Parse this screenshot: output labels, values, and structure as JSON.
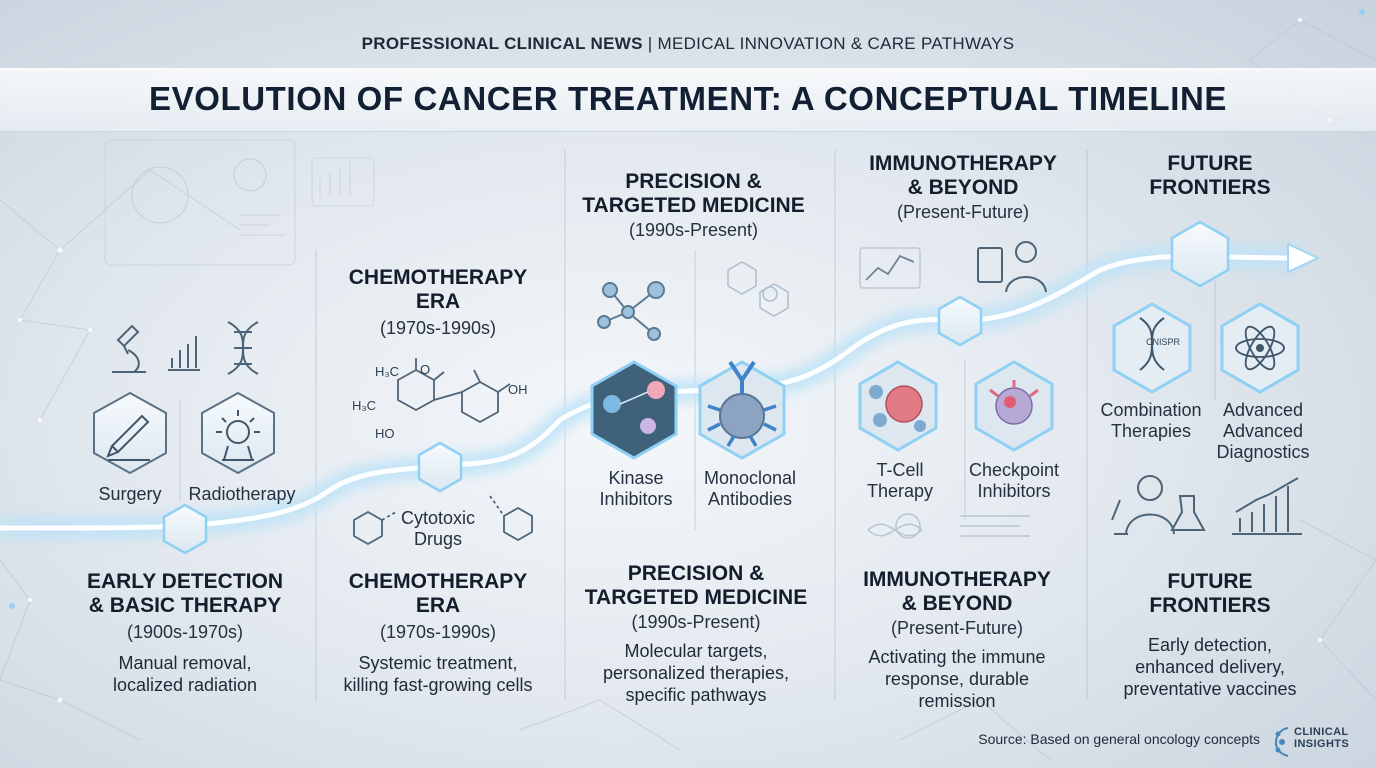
{
  "header": {
    "publisher": "PROFESSIONAL CLINICAL NEWS",
    "separator": "|",
    "section": "MEDICAL INNOVATION & CARE PATHWAYS",
    "title": "EVOLUTION OF CANCER TREATMENT: A CONCEPTUAL TIMELINE"
  },
  "eras": [
    {
      "title_line1": "EARLY DETECTION",
      "title_line2": "& BASIC THERAPY",
      "period": "(1900s-1970s)",
      "desc_line1": "Manual removal,",
      "desc_line2": "localized radiation",
      "nodes": [
        "Surgery",
        "Radiotherapy"
      ]
    },
    {
      "top_title_line1": "CHEMOTHERAPY",
      "top_title_line2": "ERA",
      "top_period": "(1970s-1990s)",
      "title_line1": "CHEMOTHERAPY",
      "title_line2": "ERA",
      "period": "(1970s-1990s)",
      "desc_line1": "Systemic treatment,",
      "desc_line2": "killing fast-growing cells",
      "node_line1": "Cytotoxic",
      "node_line2": "Drugs",
      "chem_labels": [
        "H₃C",
        "O",
        "H₃C",
        "HO",
        "OH"
      ]
    },
    {
      "top_title_line1": "PRECISION &",
      "top_title_line2": "TARGETED MEDICINE",
      "top_period": "(1990s-Present)",
      "title_line1": "PRECISION &",
      "title_line2": "TARGETED MEDICINE",
      "period": "(1990s-Present)",
      "desc_line1": "Molecular targets,",
      "desc_line2": "personalized therapies,",
      "desc_line3": "specific pathways",
      "node1_line1": "Kinase",
      "node1_line2": "Inhibitors",
      "node2_line1": "Monoclonal",
      "node2_line2": "Antibodies"
    },
    {
      "top_title_line1": "IMMUNOTHERAPY",
      "top_title_line2": "& BEYOND",
      "top_period": "(Present-Future)",
      "title_line1": "IMMUNOTHERAPY",
      "title_line2": "& BEYOND",
      "period": "(Present-Future)",
      "desc_line1": "Activating the immune",
      "desc_line2": "response, durable",
      "desc_line3": "remission",
      "node1_line1": "T-Cell",
      "node1_line2": "Therapy",
      "node2_line1": "Checkpoint",
      "node2_line2": "Inhibitors"
    },
    {
      "top_title_line1": "FUTURE",
      "top_title_line2": "FRONTIERS",
      "title_line1": "FUTURE",
      "title_line2": "FRONTIERS",
      "desc_line1": "Early detection,",
      "desc_line2": "enhanced delivery,",
      "desc_line3": "preventative vaccines",
      "node1_line1": "Combination",
      "node1_line2": "Therapies",
      "node2_line1": "Advanced",
      "node2_line2": "Advanced",
      "node2_line3": "Diagnostics",
      "crispr_label": "CNISPR"
    }
  ],
  "footer": {
    "source": "Source: Based on general oncology concepts",
    "logo_line1": "CLINICAL",
    "logo_line2": "INSIGHTS"
  },
  "colors": {
    "accent_glow": "#7fc4ee",
    "icon_stroke": "#4d6478",
    "title_text": "#132033",
    "background": "#e3e9ef"
  }
}
